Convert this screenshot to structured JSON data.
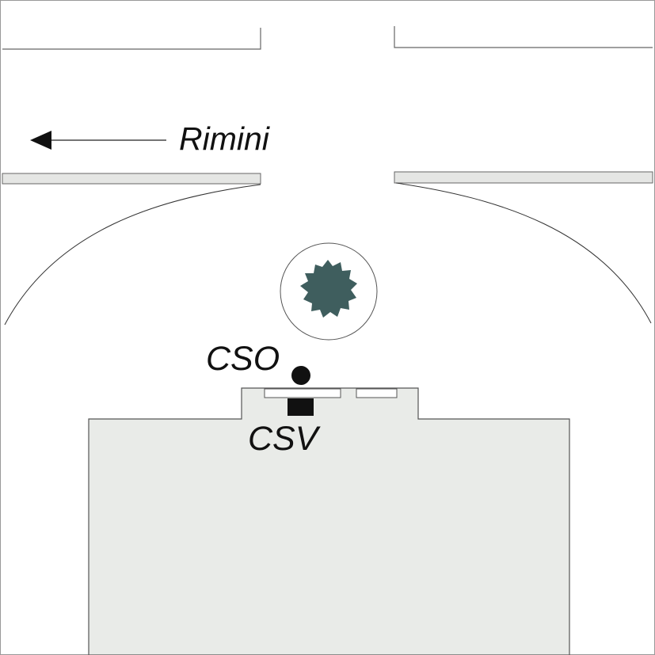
{
  "labels": {
    "direction": "Rimini",
    "cso": "CSO",
    "csv": "CSV"
  },
  "colors": {
    "building_fill": "#e9ebe8",
    "tree": "#3f5e5e",
    "marker": "#111111",
    "line": "#555555"
  }
}
